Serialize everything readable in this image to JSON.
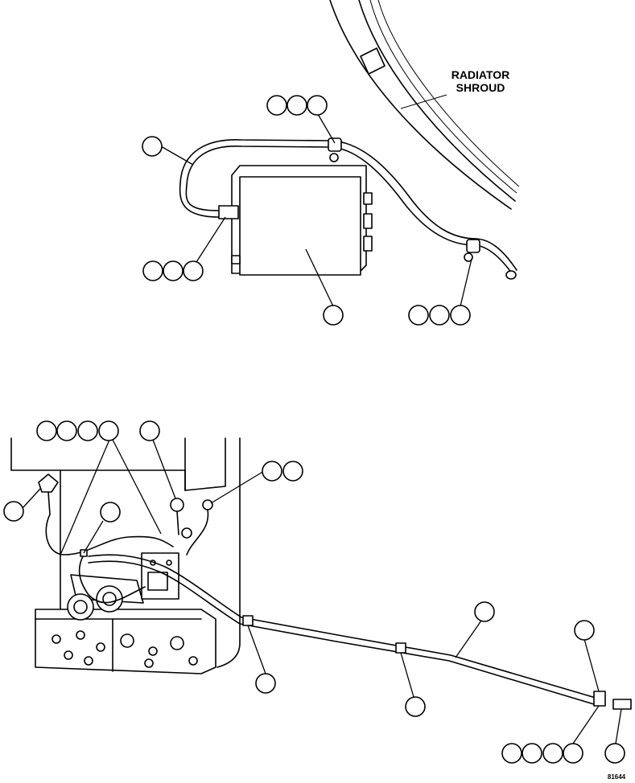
{
  "labels": {
    "radiator_shroud_line1": "RADIATOR",
    "radiator_shroud_line2": "SHROUD",
    "figure_code": "81644"
  }
}
